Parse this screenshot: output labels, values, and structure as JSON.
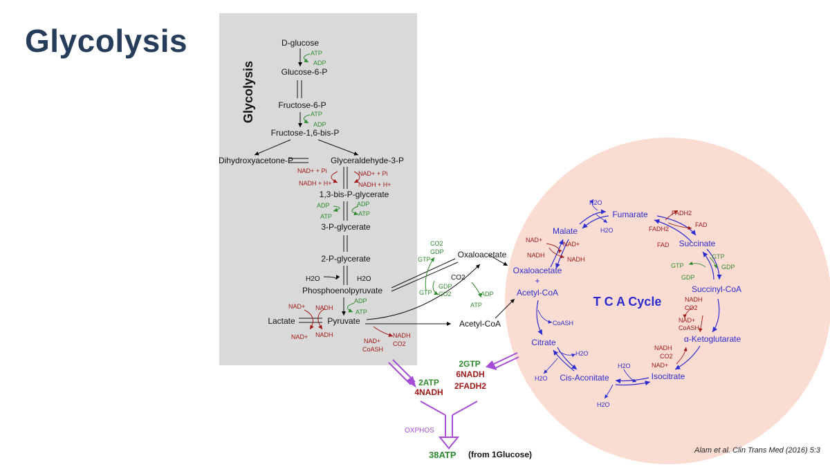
{
  "slide": {
    "title": "Glycolysis",
    "citation": "Alam et al. Clin Trans Med (2016) 5:3"
  },
  "glycolysis": {
    "panel_label": "Glycolysis",
    "d_glucose": "D-glucose",
    "g6p": "Glucose-6-P",
    "f6p": "Fructose-6-P",
    "f16bp": "Fructose-1,6-bis-P",
    "dhap": "Dihydroxyacetone-P",
    "g3p": "Glyceraldehyde-3-P",
    "bpg": "1,3-bis-P-glycerate",
    "pg3": "3-P-glycerate",
    "pg2": "2-P-glycerate",
    "pep": "Phosphoenolpyruvate",
    "pyruvate": "Pyruvate",
    "lactate": "Lactate",
    "oxaloacetate": "Oxaloacetate",
    "acetyl_coa": "Acetyl-CoA"
  },
  "cofactors": {
    "atp": "ATP",
    "adp": "ADP",
    "nad_pi": "NAD+ + Pi",
    "nadh_h": "NADH + H+",
    "nad": "NAD+",
    "nadh": "NADH",
    "h2o": "H2O",
    "co2": "CO2",
    "gtp": "GTP",
    "gdp": "GDP",
    "coash": "CoASH",
    "fad": "FAD",
    "fadh2": "FADH2"
  },
  "tca": {
    "cycle_title": "T C A Cycle",
    "fumarate": "Fumarate",
    "malate": "Malate",
    "succinate": "Succinate",
    "oxaloacetate": "Oxaloacetate",
    "plus": "+",
    "acetyl_coa": "Acetyl-CoA",
    "succinyl_coa": "Succinyl-CoA",
    "alpha_kg": "α-Ketoglutarate",
    "citrate": "Citrate",
    "cis_aconitate": "Cis-Aconitate",
    "isocitrate": "Isocitrate"
  },
  "yields": {
    "glycolysis_atp": "2ATP",
    "glycolysis_nadh": "4NADH",
    "tca_gtp": "2GTP",
    "tca_nadh": "6NADH",
    "tca_fadh2": "2FADH2",
    "oxphos": "OXPHOS",
    "total_atp": "38ATP",
    "total_note": "(from 1Glucose)"
  },
  "colors": {
    "title": "#253c5a",
    "panel": "#d9d9d9",
    "tca_circle": "#fbdcd3",
    "tca_blue": "#2b2bd0",
    "green": "#2e8b2e",
    "red": "#a01818",
    "purple": "#a64dd8"
  }
}
